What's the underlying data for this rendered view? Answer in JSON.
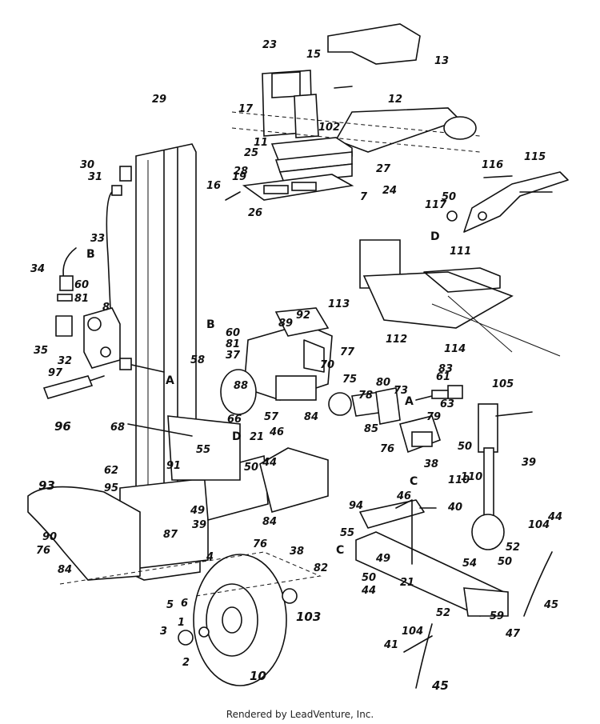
{
  "footer": {
    "text": "Rendered by LeadVenture, Inc."
  },
  "callouts": [
    "29",
    "30",
    "31",
    "33",
    "34",
    "60",
    "81",
    "8",
    "35",
    "32",
    "97",
    "96",
    "68",
    "62",
    "93",
    "95",
    "90",
    "76",
    "84",
    "23",
    "15",
    "17",
    "11",
    "25",
    "28",
    "16",
    "19",
    "26",
    "102",
    "27",
    "24",
    "7",
    "13",
    "12",
    "116",
    "115",
    "117",
    "50",
    "111",
    "113",
    "112",
    "114",
    "89",
    "92",
    "60",
    "81",
    "37",
    "58",
    "77",
    "70",
    "88",
    "57",
    "75",
    "80",
    "73",
    "78",
    "84",
    "85",
    "76",
    "61",
    "83",
    "63",
    "79",
    "105",
    "39",
    "21",
    "46",
    "44",
    "50",
    "55",
    "91",
    "49",
    "39",
    "87",
    "84",
    "76",
    "38",
    "82",
    "4",
    "5",
    "6",
    "1",
    "3",
    "2",
    "10",
    "103",
    "94",
    "40",
    "46",
    "55",
    "49",
    "21",
    "50",
    "44",
    "54",
    "52",
    "50",
    "104",
    "44",
    "45",
    "47",
    "59",
    "41",
    "104",
    "52",
    "45",
    "66",
    "50",
    "110",
    "110",
    "38"
  ],
  "letters": [
    "B",
    "A",
    "B",
    "D",
    "A",
    "C",
    "C",
    "D"
  ]
}
